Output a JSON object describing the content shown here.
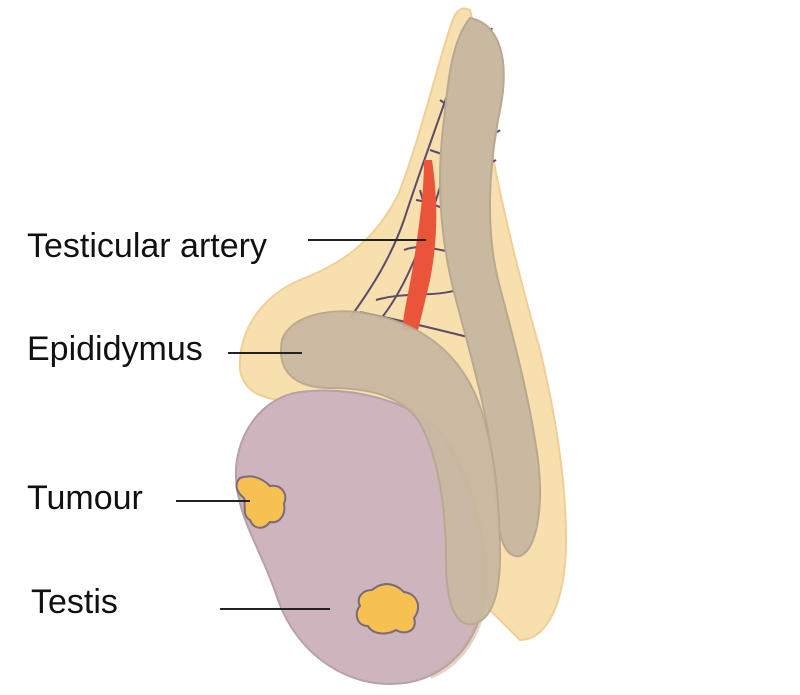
{
  "labels": {
    "testicular_artery": "Testicular artery",
    "epididymus": "Epididymus",
    "tumour": "Tumour",
    "testis": "Testis"
  },
  "colors": {
    "tunica": "#f7dfae",
    "tunica_edge": "#efcf95",
    "cord": "#c9b9a1",
    "cord_edge": "#b9a88f",
    "artery": "#e9553a",
    "vessel": "#5b4a6a",
    "testis": "#cdb4bd",
    "testis_edge": "#b8a0ab",
    "tumour": "#f6c150",
    "tumour_edge": "#7a6a7a",
    "leader": "#222222"
  }
}
